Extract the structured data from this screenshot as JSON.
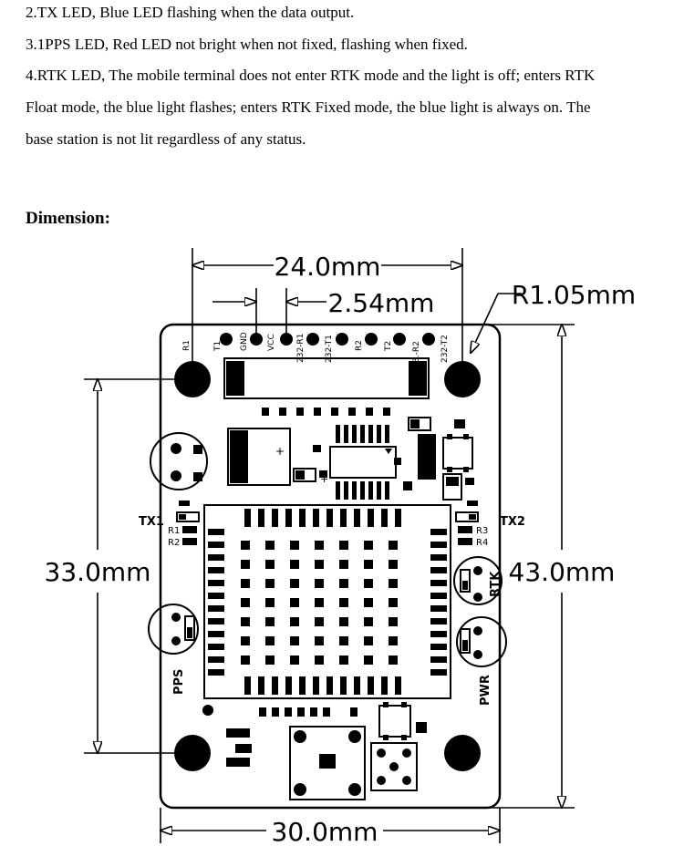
{
  "text_lines": [
    "2.TX LED, Blue LED flashing when the data output.",
    "3.1PPS LED, Red LED not bright when not fixed, flashing when fixed.",
    "4.RTK LED, The mobile terminal does not enter RTK mode and the light is off; enters RTK",
    "Float mode, the blue light flashes; enters RTK Fixed mode, the blue light is always on. The",
    "base station is not lit regardless of any status."
  ],
  "heading": "Dimension:",
  "diagram": {
    "dim_top": "24.0mm",
    "dim_pitch": "2.54mm",
    "dim_radius": "R1.05mm",
    "dim_left": "33.0mm",
    "dim_right": "43.0mm",
    "dim_bottom": "30.0mm",
    "pin_labels": [
      "R1",
      "T1",
      "GND",
      "VCC",
      "232-R1",
      "232-T1",
      "R2",
      "T2",
      "3.-R2",
      "232-T2"
    ],
    "led_tx1": "TX1",
    "led_tx2": "TX2",
    "res_r1": "R1",
    "res_r2": "R2",
    "res_r3": "R3",
    "res_r4": "R4",
    "led_rtk": "RTK",
    "led_pwr": "PWR",
    "led_pps": "PPS"
  }
}
